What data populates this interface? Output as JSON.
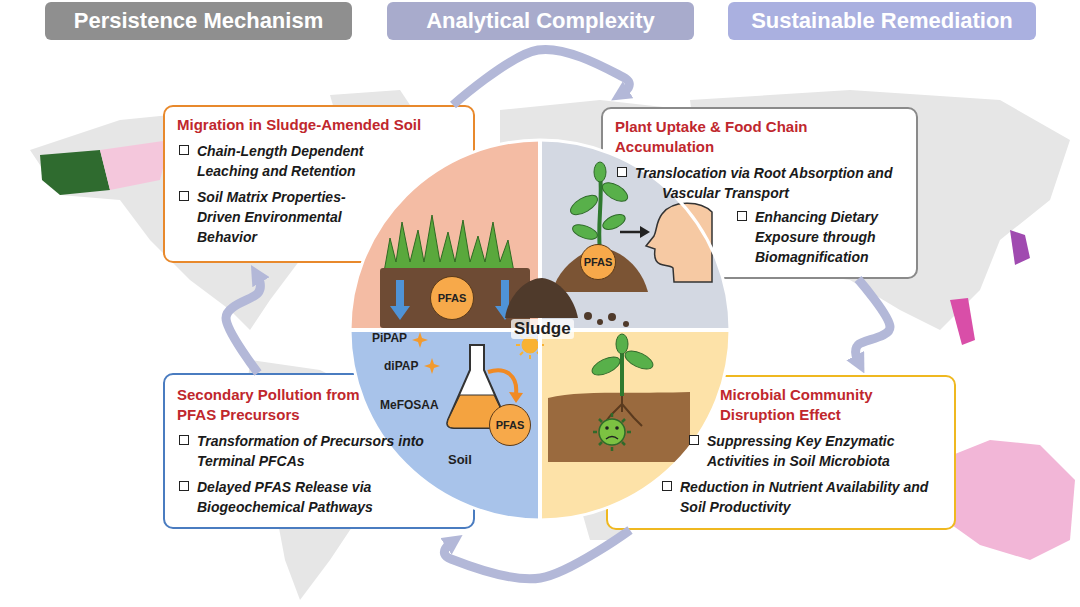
{
  "diagram": {
    "nodes": [
      {
        "text": [
          "Persistence Mechanism"
        ]
      },
      {
        "text": [
          "Analytical Complexity"
        ]
      },
      {
        "text": [
          "Sustainable Remediation"
        ]
      },
      {
        "text": [
          "Migration in Sludge-Amended Soil",
          "Chain-Length Dependent Leaching and Retention",
          "Soil Matrix Properties-Driven Environmental Behavior"
        ]
      },
      {
        "text": [
          "Plant Uptake & Food Chain Accumulation",
          "Translocation via Root Absorption and Vascular Transport",
          "Enhancing Dietary Exposure through Biomagnification"
        ]
      },
      {
        "text": [
          "PFAS"
        ]
      },
      {
        "text": [
          "PFAS"
        ]
      },
      {
        "text": [
          "PFAS"
        ]
      },
      {
        "text": [
          "Secondary Pollution from PFAS Precursors",
          "Transformation of Precursors into Terminal PFCAs",
          "Delayed PFAS Release via Biogeochemical Pathways"
        ]
      },
      {
        "text": [
          "Microbial Community Disruption Effect",
          "Suppressing Key Enzymatic Activities in Soil Microbiota",
          "Reduction in Nutrient Availability and Soil Productivity"
        ]
      }
    ],
    "edges": [
      {
        "from": 3,
        "to": 4,
        "arrow": "to"
      },
      {
        "from": 4,
        "to": 9,
        "arrow": "to"
      },
      {
        "from": 9,
        "to": 8,
        "arrow": "to"
      },
      {
        "from": 8,
        "to": 3,
        "arrow": "to"
      }
    ],
    "labels": [
      "Sludge",
      "PiPAP",
      "diPAP",
      "MeFOSAA",
      "Soil"
    ]
  }
}
